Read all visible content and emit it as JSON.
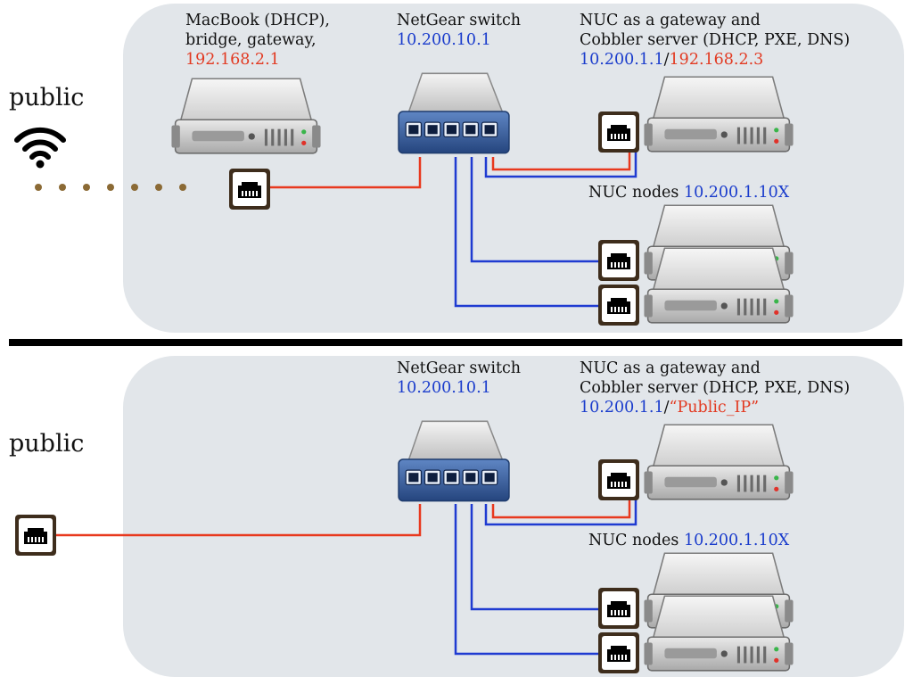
{
  "top": {
    "public_label": "public",
    "macbook": {
      "line1": "MacBook (DHCP),",
      "line2": "bridge, gateway,",
      "ip": "192.168.2.1"
    },
    "switch": {
      "name": "NetGear switch",
      "ip": "10.200.10.1"
    },
    "gateway": {
      "line1": "NUC as a gateway and",
      "line2": "Cobbler server (DHCP, PXE, DNS)",
      "ip_internal": "10.200.1.1",
      "separator": "/",
      "ip_external": "192.168.2.3"
    },
    "nodes": {
      "label": "NUC nodes",
      "ip": "10.200.1.10X"
    }
  },
  "bottom": {
    "public_label": "public",
    "switch": {
      "name": "NetGear switch",
      "ip": "10.200.10.1"
    },
    "gateway": {
      "line1": "NUC as a gateway and",
      "line2": "Cobbler server (DHCP, PXE, DNS)",
      "ip_internal": "10.200.1.1",
      "separator": "/",
      "ip_external": "“Public_IP”"
    },
    "nodes": {
      "label": "NUC nodes",
      "ip": "10.200.1.10X"
    }
  },
  "colors": {
    "panel": "#e2e6ea",
    "ip_blue": "#1a3ccc",
    "ip_red": "#e23a22",
    "cable_red": "#e8391e",
    "cable_blue": "#1f3bd1",
    "wifi_dots": "#8b6a35"
  },
  "icons": {
    "server": "server-icon",
    "switch": "network-switch-icon",
    "port": "ethernet-port-icon",
    "wifi": "wifi-icon"
  }
}
